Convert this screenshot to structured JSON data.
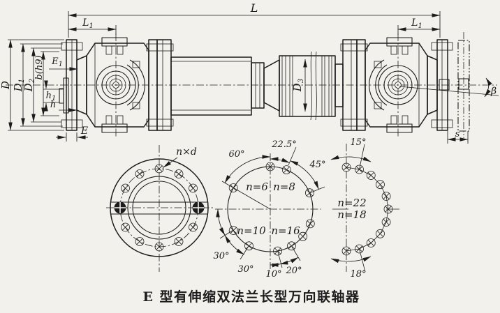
{
  "caption": "E 型有伸缩双法兰长型万向联轴器",
  "side_view": {
    "L": {
      "base": "L",
      "sub": ""
    },
    "L1": {
      "base": "L",
      "sub": "1"
    },
    "D": {
      "base": "D",
      "sub": ""
    },
    "D1": {
      "base": "D",
      "sub": "1"
    },
    "D2": {
      "base": "D",
      "sub": "2"
    },
    "D3": {
      "base": "D",
      "sub": "3"
    },
    "b": "b(h9)",
    "E": "E",
    "E1": {
      "base": "E",
      "sub": "1"
    },
    "h": "h",
    "h1": {
      "base": "h",
      "sub": "1"
    },
    "beta": "β",
    "s": "s"
  },
  "flange_view": {
    "bolt_holes_label": "n×d"
  },
  "bolt_patterns": {
    "circle": {
      "n6": "n=6",
      "n8": "n=8",
      "n10": "n=10",
      "n16": "n=16",
      "angle_60": "60°",
      "angle_22_5": "22.5°",
      "angle_45": "45°",
      "angle_30a": "30°",
      "angle_30b": "30°",
      "angle_10": "10°",
      "angle_20": "20°"
    },
    "semicircle": {
      "n22": "n=22",
      "n18": "n=18",
      "angle_15": "15°",
      "angle_18": "18°"
    }
  }
}
